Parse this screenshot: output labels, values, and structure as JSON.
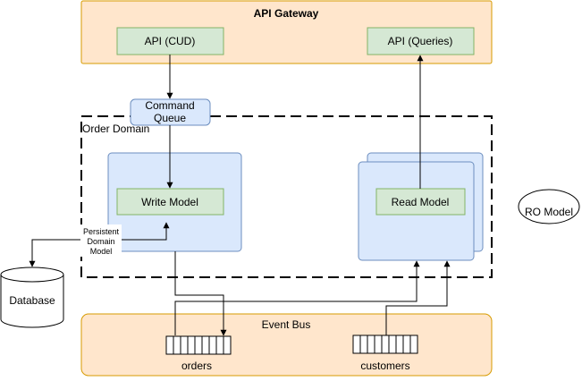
{
  "gateway": {
    "title": "API Gateway",
    "cud_label": "API (CUD)",
    "queries_label": "API (Queries)"
  },
  "command_queue": {
    "line1": "Command",
    "line2": "Queue"
  },
  "domain": {
    "title": "Order Domain",
    "write_model": "Write Model",
    "read_model": "Read Model"
  },
  "persistent_note": {
    "line1": "Persistent",
    "line2": "Domain",
    "line3": "Model"
  },
  "database_label": "Database",
  "ro_model_label": "RO Model",
  "event_bus": {
    "title": "Event Bus",
    "topic_orders": "orders",
    "topic_customers": "customers"
  },
  "colors": {
    "orange_fill": "#ffe6cc",
    "orange_stroke": "#d79b00",
    "green_fill": "#d5e8d4",
    "green_stroke": "#82b366",
    "blue_fill": "#dae8fc",
    "blue_stroke": "#6c8ebf"
  }
}
